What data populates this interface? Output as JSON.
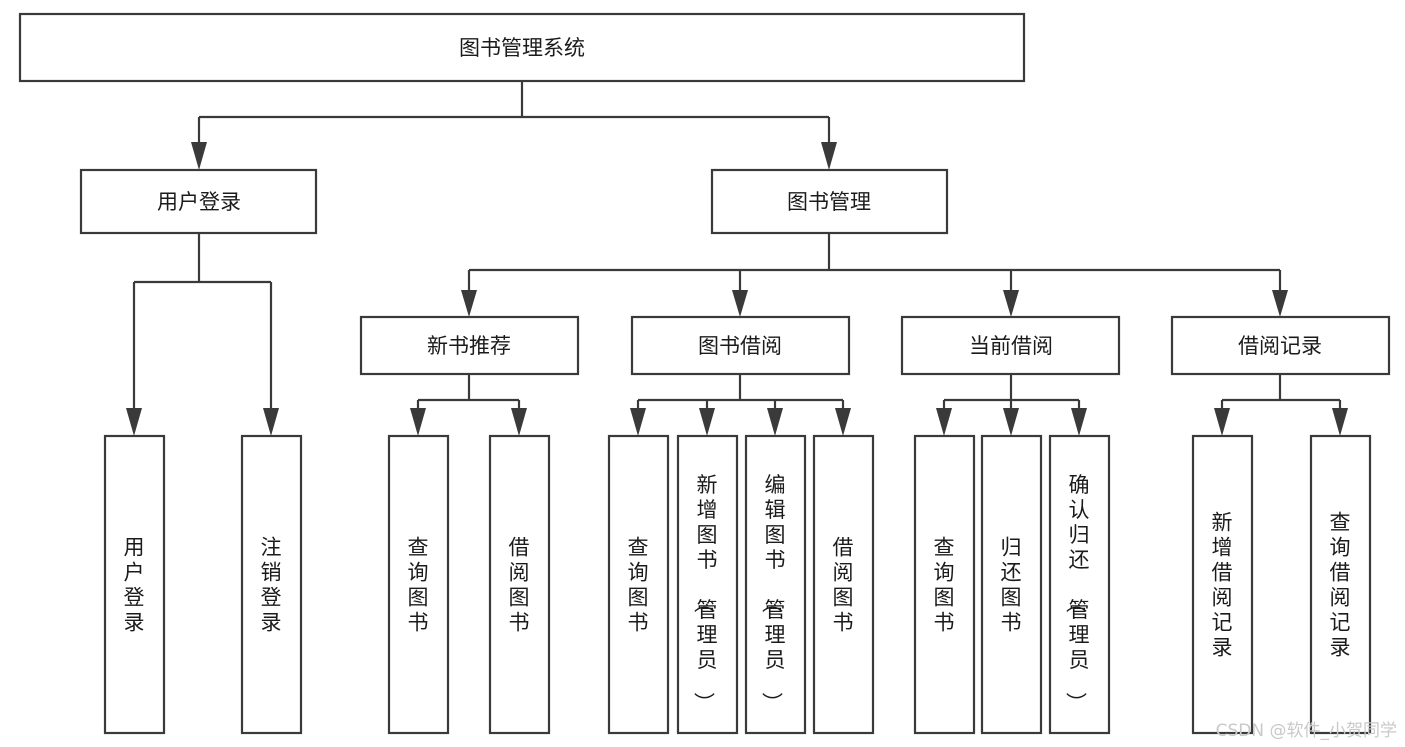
{
  "diagram": {
    "type": "hierarchy-tree",
    "title": "图书管理系统",
    "levels": 4,
    "root": {
      "id": "root",
      "label": "图书管理系统",
      "orientation": "horizontal"
    },
    "level2": [
      {
        "id": "user-login",
        "label": "用户登录",
        "orientation": "horizontal"
      },
      {
        "id": "book-management",
        "label": "图书管理",
        "orientation": "horizontal"
      }
    ],
    "level3": [
      {
        "id": "new-book-recommend",
        "label": "新书推荐",
        "orientation": "horizontal",
        "parent": "book-management"
      },
      {
        "id": "book-borrow",
        "label": "图书借阅",
        "orientation": "horizontal",
        "parent": "book-management"
      },
      {
        "id": "current-borrow",
        "label": "当前借阅",
        "orientation": "horizontal",
        "parent": "book-management"
      },
      {
        "id": "borrow-record",
        "label": "借阅记录",
        "orientation": "horizontal",
        "parent": "book-management"
      }
    ],
    "leaves": [
      {
        "id": "leaf-user-login",
        "label": "用户登录",
        "orientation": "vertical",
        "parent": "user-login"
      },
      {
        "id": "leaf-user-logout",
        "label": "注销登录",
        "orientation": "vertical",
        "parent": "user-login"
      },
      {
        "id": "leaf-query-book-1",
        "label": "查询图书",
        "orientation": "vertical",
        "parent": "new-book-recommend"
      },
      {
        "id": "leaf-borrow-book-1",
        "label": "借阅图书",
        "orientation": "vertical",
        "parent": "new-book-recommend"
      },
      {
        "id": "leaf-query-book-2",
        "label": "查询图书",
        "orientation": "vertical",
        "parent": "book-borrow"
      },
      {
        "id": "leaf-add-book",
        "label": "新增图书（管理员）",
        "orientation": "vertical",
        "parent": "book-borrow"
      },
      {
        "id": "leaf-edit-book",
        "label": "编辑图书（管理员）",
        "orientation": "vertical",
        "parent": "book-borrow"
      },
      {
        "id": "leaf-borrow-book-2",
        "label": "借阅图书",
        "orientation": "vertical",
        "parent": "book-borrow"
      },
      {
        "id": "leaf-query-book-3",
        "label": "查询图书",
        "orientation": "vertical",
        "parent": "current-borrow"
      },
      {
        "id": "leaf-return-book",
        "label": "归还图书",
        "orientation": "vertical",
        "parent": "current-borrow"
      },
      {
        "id": "leaf-confirm-return",
        "label": "确认归还（管理员）",
        "orientation": "vertical",
        "parent": "current-borrow"
      },
      {
        "id": "leaf-add-record",
        "label": "新增借阅记录",
        "orientation": "vertical",
        "parent": "borrow-record"
      },
      {
        "id": "leaf-query-record",
        "label": "查询借阅记录",
        "orientation": "vertical",
        "parent": "borrow-record"
      }
    ]
  },
  "watermark": {
    "text": "CSDN @软件_小贺同学"
  },
  "colors": {
    "box_stroke": "#3a3a3a",
    "box_fill": "#ffffff",
    "text": "#1b1b1b",
    "connector": "#3a3a3a",
    "watermark": "#c9c9c9",
    "background": "#ffffff"
  }
}
